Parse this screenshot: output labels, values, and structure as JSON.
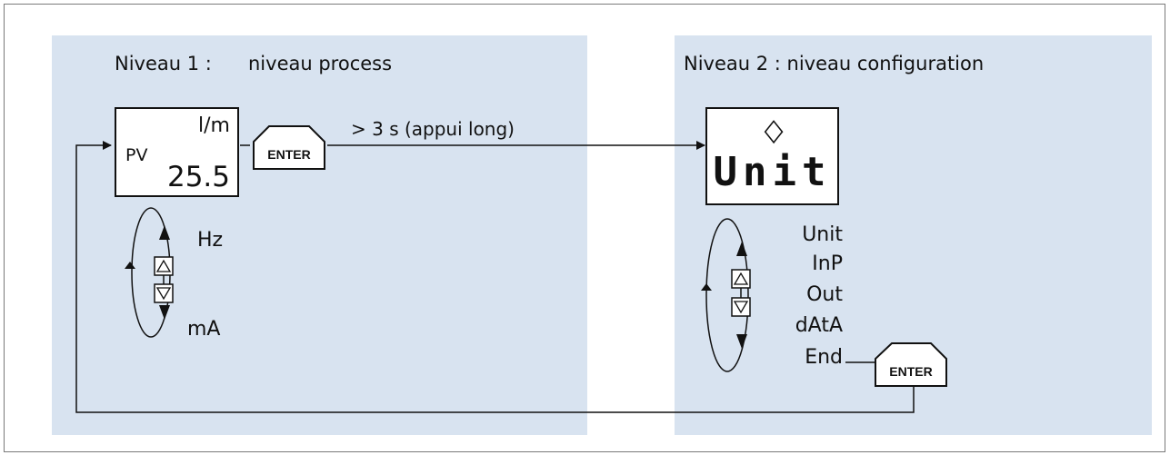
{
  "level1": {
    "title_label": "Niveau 1 :",
    "title_name": "niveau process",
    "display": {
      "unit": "l/m",
      "tag": "PV",
      "value": "25.5"
    },
    "enter_key": "ENTER",
    "transition_note": "> 3 s (appui long)",
    "cycle_top": "Hz",
    "cycle_bottom": "mA"
  },
  "level2": {
    "title": "Niveau 2 : niveau configuration",
    "display": {
      "symbol": "◇",
      "segment_text": "Unit"
    },
    "menu_items": [
      "Unit",
      "InP",
      "Out",
      "dAtA",
      "End"
    ],
    "enter_key": "ENTER"
  },
  "colors": {
    "panel": "#d8e3f0",
    "line": "#111111",
    "frame": "#7a7a7a"
  },
  "icons": [
    "arrow-up-key-icon",
    "arrow-down-key-icon",
    "cycle-arrow-icon"
  ]
}
